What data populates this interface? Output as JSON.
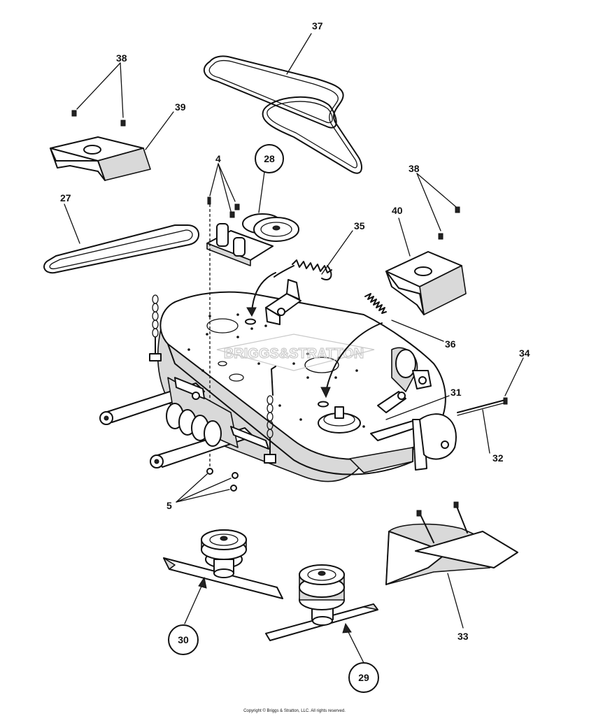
{
  "watermark": "BRIGGS&STRATTON",
  "copyright": "Copyright © Briggs & Stratton, LLC. All rights reserved.",
  "callouts": {
    "c37": "37",
    "c38a": "38",
    "c39": "39",
    "c4": "4",
    "c28": "28",
    "c27": "27",
    "c35": "35",
    "c38b": "38",
    "c40": "40",
    "c36": "36",
    "c34": "34",
    "c31": "31",
    "c32": "32",
    "c5": "5",
    "c30": "30",
    "c29": "29",
    "c33": "33"
  }
}
